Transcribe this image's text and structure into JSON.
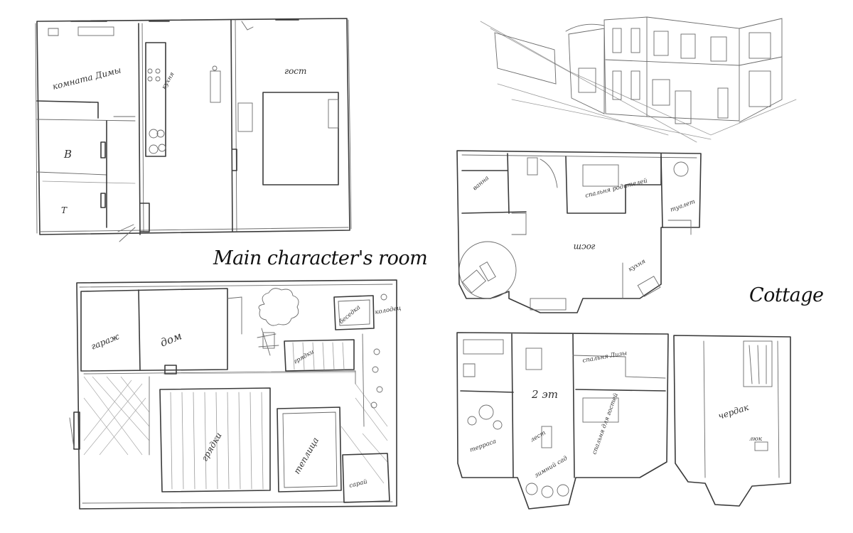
{
  "captions": {
    "main_room": "Main character's room",
    "cottage": "Cottage"
  },
  "plan_main_room": {
    "labels": {
      "komnata_dimy": "комната Димы",
      "kukhnya": "кухня",
      "gost": "гост",
      "b": "В",
      "t": "Т"
    }
  },
  "plan_site": {
    "labels": {
      "garazh": "гараж",
      "dom": "дом",
      "besedka": "беседка",
      "gryadki_small": "грядки",
      "gryadki": "грядки",
      "teplitsa": "теплица",
      "sarai": "сарай",
      "kolodets": "колодец"
    }
  },
  "plan_cottage_1": {
    "labels": {
      "vanna": "ванна",
      "spalnya_roditeley": "спальня родителей",
      "tualet": "туалет",
      "gost": "гост",
      "kukhnya": "кухня"
    }
  },
  "plan_cottage_2": {
    "labels": {
      "floor": "2 эт",
      "spalnya_lizy": "спальня Лизы",
      "spalnya_guests": "спальня для гостей",
      "terrasa": "терраса",
      "lestnitsa": "лест",
      "zimniy_sad": "зимний сад"
    }
  },
  "plan_attic": {
    "labels": {
      "cherdak": "чердак",
      "lyuk": "люк"
    }
  },
  "colors": {
    "paper": "#ffffff",
    "pencil": "#3a3a3a"
  }
}
